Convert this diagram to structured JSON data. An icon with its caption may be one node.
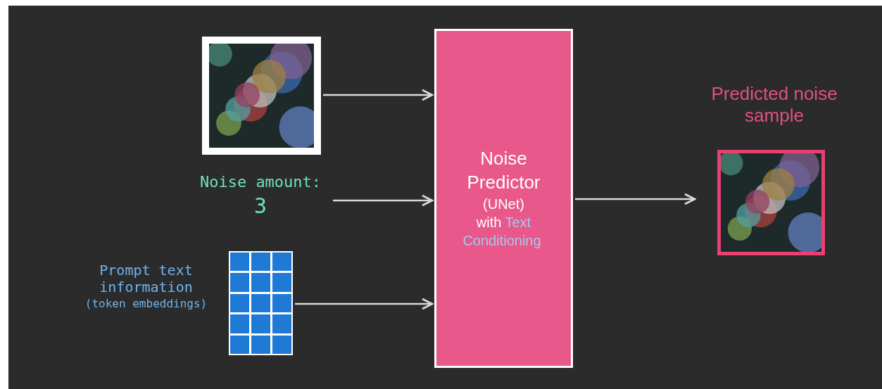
{
  "diagram": {
    "nodes": [
      {
        "text": [],
        "shape": "picture"
      },
      {
        "text": [
          "Noise amount:",
          "3"
        ]
      },
      {
        "text": [],
        "shape": "grid",
        "beside": [
          "Prompt text information",
          "(token embeddings)"
        ]
      },
      {
        "text": [
          "Noise Predictor",
          "(UNet)",
          "with",
          "Text Conditioning"
        ]
      },
      {
        "text": [
          "Predicted noise sample"
        ]
      }
    ],
    "edges": [
      {
        "from": 0,
        "to": 3,
        "arrow": "to"
      },
      {
        "from": 1,
        "to": 3,
        "arrow": "to"
      },
      {
        "from": 2,
        "to": 3,
        "arrow": "to"
      },
      {
        "from": 3,
        "to": 4,
        "arrow": "to"
      }
    ]
  }
}
